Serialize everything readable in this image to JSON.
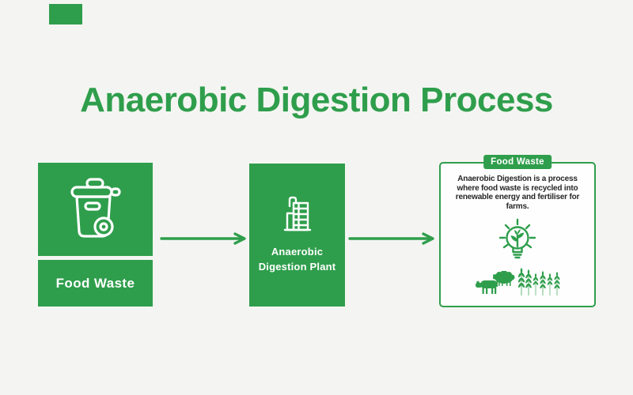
{
  "title": "Anaerobic Digestion Process",
  "flow": {
    "food_waste_box": {
      "label": "Food Waste",
      "icon": "wheelie-bin-icon"
    },
    "plant_box": {
      "line1": "Anaerobic",
      "line2": "Digestion Plant",
      "icon": "digester-plant-icon"
    },
    "info_card": {
      "tab_label": "Food Waste",
      "description_lines": [
        "Anaerobic Digestion is a process",
        "where food waste is recycled into",
        "renewable energy and fertiliser for",
        "farms."
      ],
      "icons": [
        "lightbulb-sprout-icon",
        "cow-icon",
        "sheep-icon",
        "wheat-icon"
      ]
    }
  },
  "colors": {
    "accent_green": "#2f9e4c",
    "background": "#f4f5f2",
    "card_background": "#fefefe",
    "text_on_green": "#ffffff",
    "body_text": "#262626"
  }
}
